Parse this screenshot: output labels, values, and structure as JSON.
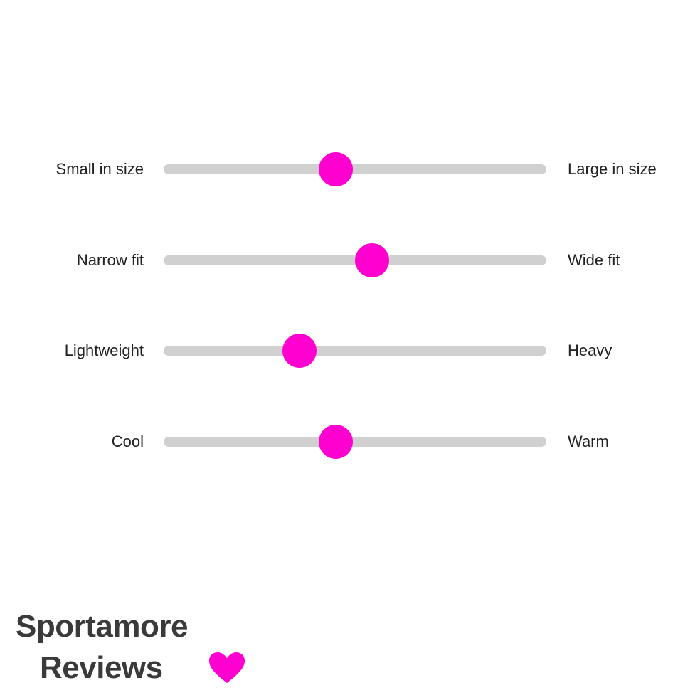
{
  "sliders": [
    {
      "left_label": "Small in size",
      "right_label": "Large in size",
      "value": 0.45
    },
    {
      "left_label": "Narrow fit",
      "right_label": "Wide fit",
      "value": 0.545
    },
    {
      "left_label": "Lightweight",
      "right_label": "Heavy",
      "value": 0.355
    },
    {
      "left_label": "Cool",
      "right_label": "Warm",
      "value": 0.45
    }
  ],
  "brand": {
    "line1": "Sportamore",
    "line2": "Reviews",
    "icon": "heart-icon"
  },
  "colors": {
    "accent": "#ff00d0",
    "track": "#d0d0d0",
    "text": "#222222",
    "brand_text": "#3a3a3a"
  }
}
